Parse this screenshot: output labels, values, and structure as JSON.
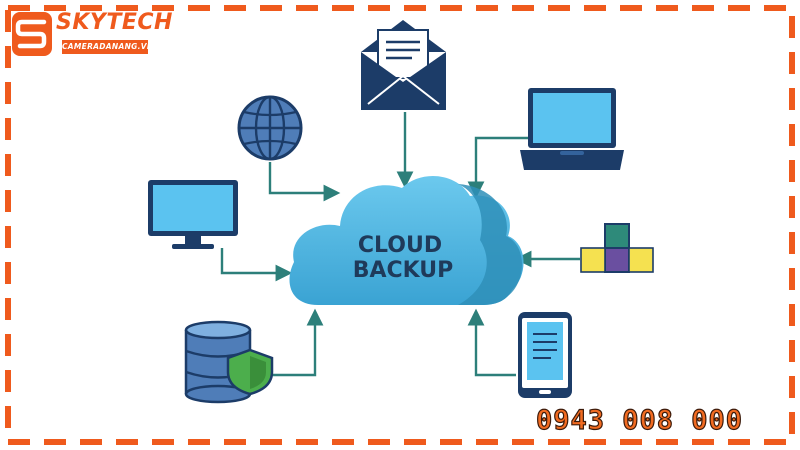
{
  "brand": {
    "name": "SKYTECH",
    "sub": "CAMERADANANG.VN",
    "accent": "#ef5a1d"
  },
  "diagram": {
    "center_label_line1": "CLOUD",
    "center_label_line2": "BACKUP",
    "nodes": [
      {
        "id": "email",
        "icon": "envelope-icon"
      },
      {
        "id": "web",
        "icon": "globe-icon"
      },
      {
        "id": "laptop",
        "icon": "laptop-icon"
      },
      {
        "id": "desktop",
        "icon": "monitor-icon"
      },
      {
        "id": "apps",
        "icon": "blocks-icon"
      },
      {
        "id": "database",
        "icon": "database-shield-icon"
      },
      {
        "id": "mobile",
        "icon": "smartphone-icon"
      }
    ],
    "colors": {
      "cloud_light": "#5dc0e8",
      "cloud_dark": "#2f8fb8",
      "arrow": "#2d7f7a",
      "navy": "#1c3c68",
      "screen": "#5bc3f0",
      "shield": "#4cae4c"
    }
  },
  "contact": {
    "phone": "0943 008 000"
  }
}
